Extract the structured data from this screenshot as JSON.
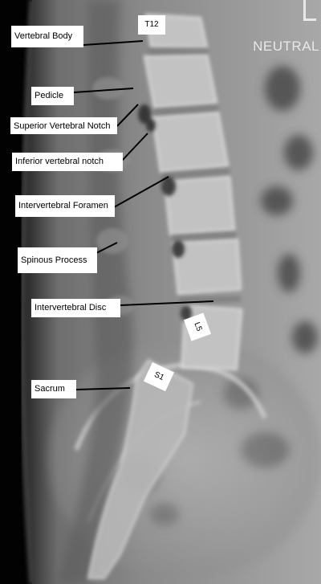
{
  "view_label": "NEUTRAL",
  "vertebra_tags": {
    "t12": "T12",
    "l5": "L5",
    "s1": "S1"
  },
  "annotations": {
    "vertebral_body": "Vertebral Body",
    "pedicle": "Pedicle",
    "superior_notch": "Superior Vertebral Notch",
    "inferior_notch": "Inferior vertebral notch",
    "foramen": "Intervertebral Foramen",
    "spinous": "Spinous Process",
    "disc": "Intervertebral Disc",
    "sacrum": "Sacrum"
  }
}
